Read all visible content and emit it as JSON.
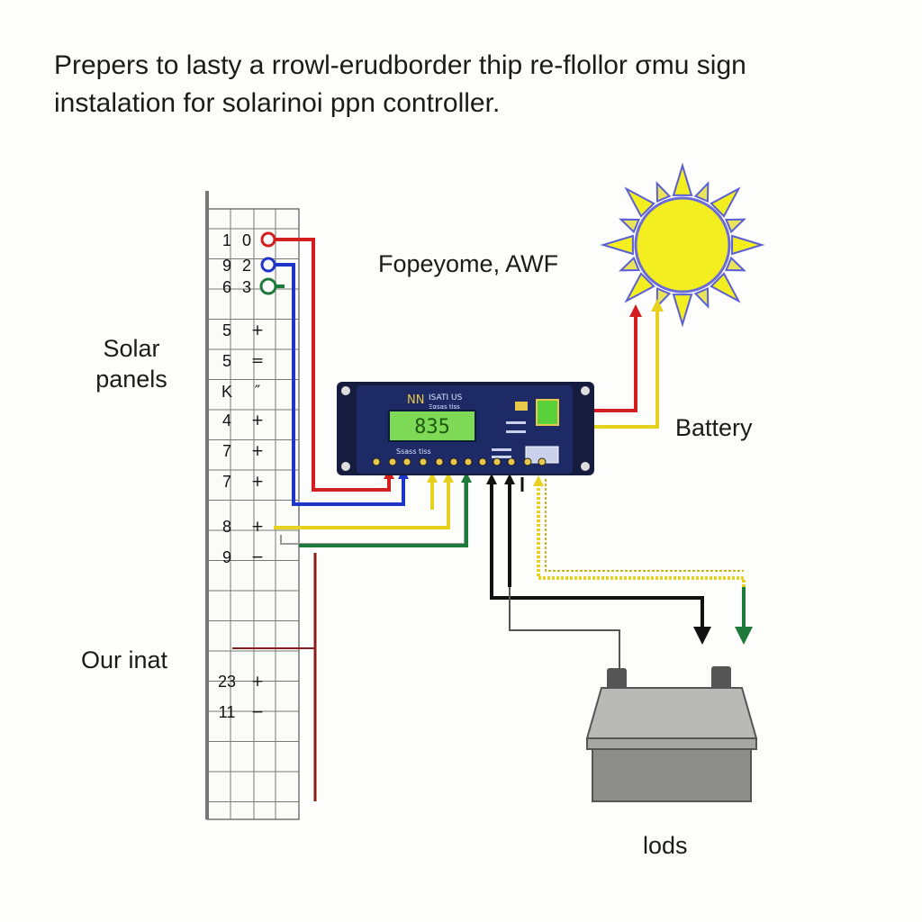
{
  "heading": {
    "line1": "Prepers to lasty a rrowl-erudborder thip re-flollor σmu sign",
    "line2": "instalation for solarinoi ppn controller."
  },
  "labels": {
    "solar_line1": "Solar",
    "solar_line2": "panels",
    "awf": "Fopeyome, AWF",
    "battery": "Battery",
    "our_inat": "Our inat",
    "loads": "lods"
  },
  "terminal_rows": [
    {
      "num": "1",
      "num2": "0"
    },
    {
      "num": "9",
      "num2": "2"
    },
    {
      "num": "6",
      "num2": "3"
    },
    {
      "num": "5",
      "sym": "+"
    },
    {
      "num": "5",
      "sym": "="
    },
    {
      "num": "K",
      "sym": "″"
    },
    {
      "num": "4",
      "sym": "+"
    },
    {
      "num": "7",
      "sym": "+"
    },
    {
      "num": "7",
      "sym": "+"
    },
    {
      "num": "8",
      "sym": "+"
    },
    {
      "num": "9",
      "sym": "−"
    },
    {
      "num": "23",
      "sym": "+"
    },
    {
      "num": "11",
      "sym": "−"
    }
  ],
  "controller": {
    "display": "835",
    "logo": "NN",
    "model": "ISATI US",
    "sub": "Ξαsas tiss",
    "small_label": "Ssass tiss"
  },
  "colors": {
    "red": "#d21e1e",
    "blue": "#1f34c8",
    "green": "#1e7a3a",
    "yellow": "#e6d21e",
    "black": "#111111",
    "controller_body": "#1d2a66",
    "lcd": "#7ed957",
    "sun_core": "#f3ee1f",
    "sun_ray": "#5b5fd6",
    "battery": "#c9c9c7"
  }
}
